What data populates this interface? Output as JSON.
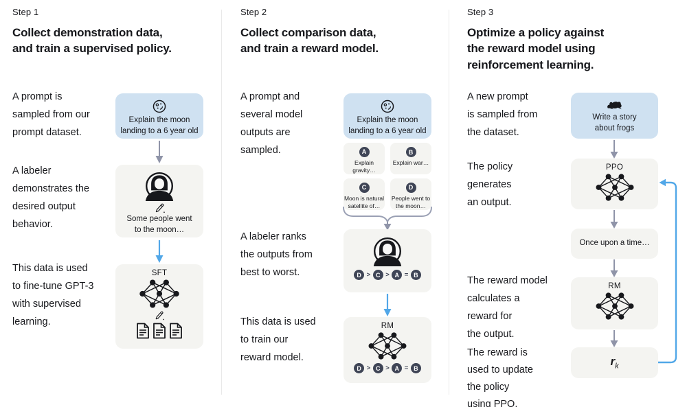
{
  "colors": {
    "prompt_box_blue": "#cfe1f1",
    "model_box_gray": "#f4f4f1",
    "blue_arrow": "#51a7e8",
    "gray_arrow": "#8f94a8",
    "rank_badge": "#3f4556",
    "text": "#17181c",
    "divider": "#e9e9e9"
  },
  "step1": {
    "label": "Step 1",
    "title": "Collect demonstration data,\nand train a supervised policy.",
    "p1": "A prompt is\nsampled from our\nprompt dataset.",
    "prompt_box": "Explain the moon\nlanding to a 6 year old",
    "p2": "A labeler\ndemonstrates the\ndesired output\nbehavior.",
    "labeler_box": "Some people went\nto the moon…",
    "p3": "This data is used\nto fine-tune GPT-3\nwith supervised\nlearning.",
    "model_label": "SFT"
  },
  "step2": {
    "label": "Step 2",
    "title": "Collect comparison data,\nand train a reward model.",
    "p1": "A prompt and\nseveral model\noutputs are\nsampled.",
    "prompt_box": "Explain the moon\nlanding to a 6 year old",
    "options": [
      {
        "id": "A",
        "text": "Explain gravity…"
      },
      {
        "id": "B",
        "text": "Explain war…"
      },
      {
        "id": "C",
        "text": "Moon is natural\nsatellite of…"
      },
      {
        "id": "D",
        "text": "People went to\nthe moon…"
      }
    ],
    "p2": "A labeler ranks\nthe outputs from\nbest to worst.",
    "ranking": {
      "items": [
        "D",
        "C",
        "A",
        "B"
      ],
      "separators": [
        ">",
        ">",
        "="
      ]
    },
    "p3": "This data is used\nto train our\nreward model.",
    "model_label": "RM"
  },
  "step3": {
    "label": "Step 3",
    "title": "Optimize a policy against\nthe reward model using\nreinforcement learning.",
    "p1": "A new prompt\nis sampled from\nthe dataset.",
    "prompt_box": "Write a story\nabout frogs",
    "p2": "The policy\ngenerates\nan output.",
    "policy_label": "PPO",
    "output_box": "Once upon a time…",
    "p3": "The reward model\ncalculates a\nreward for\nthe output.",
    "reward_model_label": "RM",
    "p4": "The reward is\nused to update\nthe policy\nusing PPO.",
    "reward_label": "r",
    "reward_subscript": "k"
  }
}
